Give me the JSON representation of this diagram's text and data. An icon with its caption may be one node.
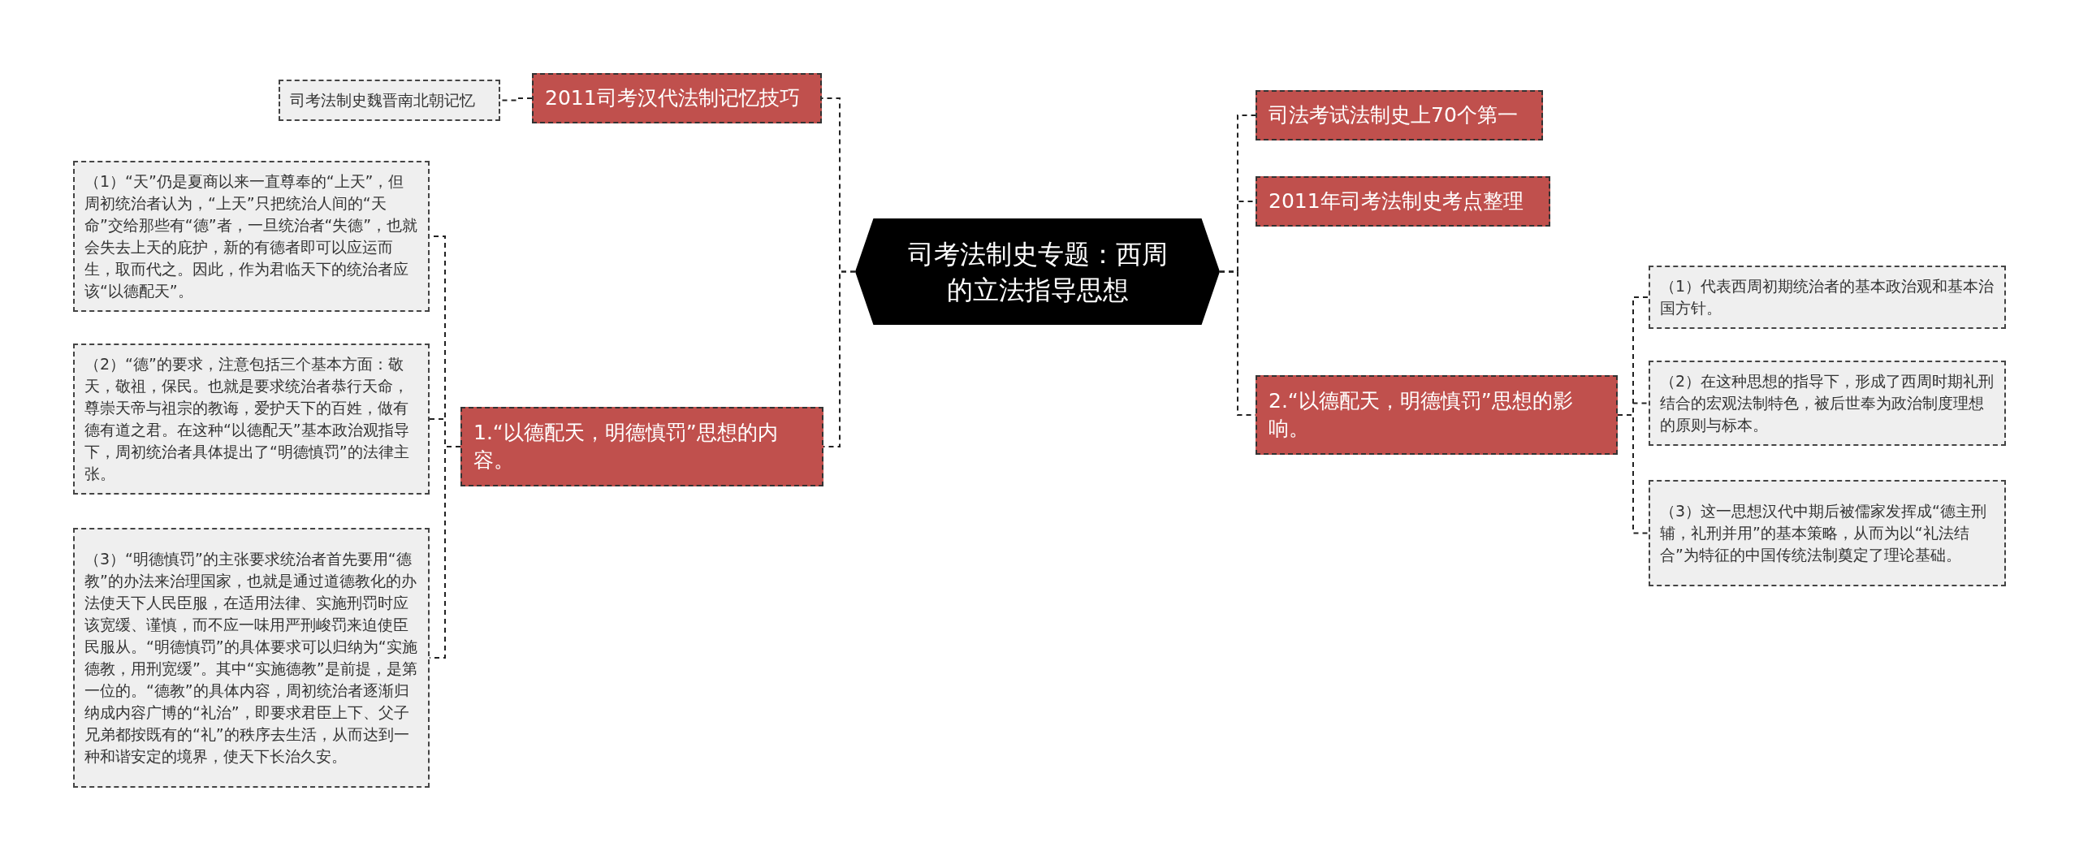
{
  "diagram": {
    "nodes": [
      {
        "text": [
          "司考法制史专题：西周的立法指导思想"
        ]
      },
      {
        "text": [
          "2011司考汉代法制记忆技巧"
        ]
      },
      {
        "text": [
          "司考法制史魏晋南北朝记忆"
        ]
      },
      {
        "text": [
          "1.“以德配天，明德慎罚”思想的内容。"
        ]
      },
      {
        "text": [
          "（1）“天”仍是夏商以来一直尊奉的“上天”，但周初统治者认为，“上天”只把统治人间的“天命”交给那些有“德”者，一旦统治者“失德”，也就会失去上天的庇护，新的有德者即可以应运而生，取而代之。因此，作为君临天下的统治者应该“以德配天”。"
        ]
      },
      {
        "text": [
          "（2）“德”的要求，注意包括三个基本方面：敬天，敬祖，保民。也就是要求统治者恭行天命，尊崇天帝与祖宗的教诲，爱护天下的百姓，做有德有道之君。在这种“以德配天”基本政治观指导下，周初统治者具体提出了“明德慎罚”的法律主张。"
        ]
      },
      {
        "text": [
          "（3）“明德慎罚”的主张要求统治者首先要用“德教”的办法来治理国家，也就是通过道德教化的办法使天下人民臣服，在适用法律、实施刑罚时应该宽缓、谨慎，而不应一味用严刑峻罚来迫使臣民服从。“明德慎罚”的具体要求可以归纳为“实施德教，用刑宽缓”。其中“实施德教”是前提，是第一位的。“德教”的具体内容，周初统治者逐渐归纳成内容广博的“礼治”，即要求君臣上下、父子兄弟都按既有的“礼”的秩序去生活，从而达到一种和谐安定的境界，使天下长治久安。"
        ]
      },
      {
        "text": [
          "司法考试法制史上70个第一"
        ]
      },
      {
        "text": [
          "2011年司考法制史考点整理"
        ]
      },
      {
        "text": [
          "2.“以德配天，明德慎罚”思想的影响。"
        ]
      },
      {
        "text": [
          "（1）代表西周初期统治者的基本政治观和基本治国方针。"
        ]
      },
      {
        "text": [
          "（2）在这种思想的指导下，形成了西周时期礼刑结合的宏观法制特色，被后世奉为政治制度理想的原则与标本。"
        ]
      },
      {
        "text": [
          "（3）这一思想汉代中期后被儒家发挥成“德主刑辅，礼刑并用”的基本策略，从而为以“礼法结合”为特征的中国传统法制奠定了理论基础。"
        ]
      }
    ],
    "edges": [
      {
        "from": 0,
        "to": 1,
        "arrow": "none",
        "style": "dashed"
      },
      {
        "from": 0,
        "to": 3,
        "arrow": "none",
        "style": "dashed"
      },
      {
        "from": 0,
        "to": 7,
        "arrow": "none",
        "style": "dashed"
      },
      {
        "from": 0,
        "to": 8,
        "arrow": "none",
        "style": "dashed"
      },
      {
        "from": 0,
        "to": 9,
        "arrow": "none",
        "style": "dashed"
      },
      {
        "from": 1,
        "to": 2,
        "arrow": "none",
        "style": "dashed"
      },
      {
        "from": 3,
        "to": 4,
        "arrow": "none",
        "style": "dashed"
      },
      {
        "from": 3,
        "to": 5,
        "arrow": "none",
        "style": "dashed"
      },
      {
        "from": 3,
        "to": 6,
        "arrow": "none",
        "style": "dashed"
      },
      {
        "from": 9,
        "to": 10,
        "arrow": "none",
        "style": "dashed"
      },
      {
        "from": 9,
        "to": 11,
        "arrow": "none",
        "style": "dashed"
      },
      {
        "from": 9,
        "to": 12,
        "arrow": "none",
        "style": "dashed"
      }
    ]
  }
}
